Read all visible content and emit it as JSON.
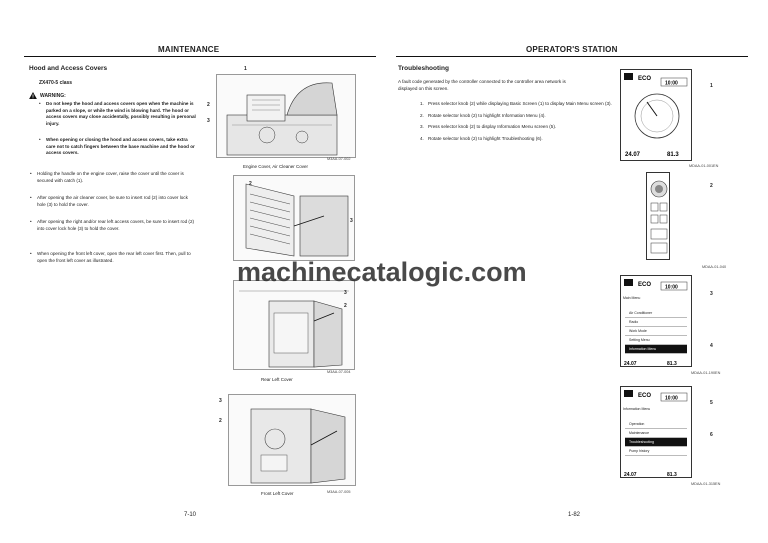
{
  "left": {
    "header": "MAINTENANCE",
    "section_title": "Hood and Access Covers",
    "class_title": "ZX470-5 class",
    "warning_label": "WARNING:",
    "warnings": [
      "Do not keep the hood and access covers open when the machine is parked on a slope, or while the wind is blowing hard. The hood or access covers may close accidentally, possibly resulting in personal injury.",
      "When opening or closing the hood and access covers, take extra care not to catch fingers between the base machine and the hood or access covers."
    ],
    "bullets": [
      "Holding the handle on the engine cover, raise the cover until the cover is secured with catch (1).",
      "After opening the air cleaner cover, be sure to insert rod (2) into cover lock hole (3) to hold the cover.",
      "After opening the right and/or rear left access covers, be sure to insert rod (2) into cover lock hole (3) to hold the cover.",
      "When opening the front left cover, open the rear left cover first. Then, pull to open the front left cover as illustrated."
    ],
    "figures": [
      {
        "caption": "Engine Cover, Air Cleaner Cover",
        "id": "M3AA-07-002",
        "callouts": [
          "1",
          "2",
          "3"
        ]
      },
      {
        "caption": "",
        "id": "",
        "callouts": [
          "2",
          "3"
        ]
      },
      {
        "caption": "Rear Left Cover",
        "id": "M3AA-07-004",
        "callouts": [
          "2",
          "3"
        ]
      },
      {
        "caption": "Front Left Cover",
        "id": "M3AA-07-005",
        "callouts": [
          "3",
          "2"
        ]
      }
    ],
    "page_number": "7-10"
  },
  "right": {
    "header": "OPERATOR'S STATION",
    "section_title": "Troubleshooting",
    "intro": "A fault code generated by the controller connected to the controller area network is displayed on this screen.",
    "steps": [
      {
        "num": "1.",
        "text": "Press selector knob (2) while displaying Basic Screen (1) to display Main Menu screen (3)."
      },
      {
        "num": "2.",
        "text": "Rotate selector knob (2) to highlight Information Menu (4)."
      },
      {
        "num": "3.",
        "text": "Press selector knob (2) to display Information Menu screen (5)."
      },
      {
        "num": "4.",
        "text": "Rotate selector knob (2) to highlight Troubleshooting (6)."
      }
    ],
    "screens": [
      {
        "id": "MDAA-01-001EN",
        "callout": "1",
        "eco": "ECO",
        "time": "10:00",
        "left_val": "24.07",
        "right_val": "81.3"
      },
      {
        "id": "MDAA-01-040",
        "callout": "2"
      },
      {
        "id": "MDAA-01-190EN",
        "callout_a": "3",
        "callout_b": "4",
        "eco": "ECO",
        "time": "10:00",
        "menu_title": "Main Menu",
        "items": [
          "Air Conditioner",
          "Radio",
          "Work Mode",
          "Setting Menu",
          "Information Menu"
        ],
        "selected": 4,
        "left_val": "24.07",
        "right_val": "81.3"
      },
      {
        "id": "MDAA-01-315EN",
        "callout_a": "5",
        "callout_b": "6",
        "eco": "ECO",
        "time": "10:00",
        "menu_title": "Information Menu",
        "items": [
          "Operation",
          "Maintenance",
          "Troubleshooting",
          "Pump history"
        ],
        "selected": 2,
        "left_val": "24.07",
        "right_val": "81.3"
      }
    ],
    "page_number": "1-82"
  },
  "watermark": "machinecatalogic.com"
}
